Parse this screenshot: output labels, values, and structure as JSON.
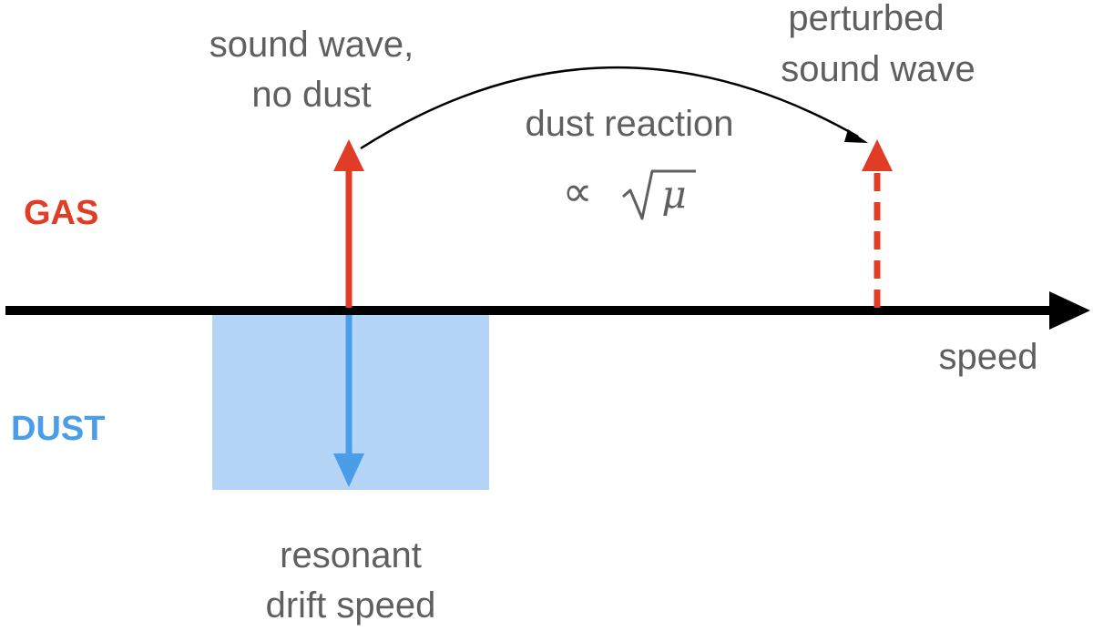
{
  "colors": {
    "gas": "#e03c26",
    "dust": "#4a9de8",
    "dust_band": "#b4d5f8",
    "axis": "#000000",
    "label_text": "#5f5f5f"
  },
  "labels": {
    "gas": "GAS",
    "dust": "DUST",
    "speed": "speed",
    "sound_wave": [
      "sound wave,",
      "no dust"
    ],
    "perturbed": [
      "perturbed",
      "sound wave"
    ],
    "reaction": "dust reaction",
    "reaction_scaling": {
      "symbol": "∝",
      "radicand": "μ"
    },
    "resonant": [
      "resonant",
      "drift speed"
    ]
  }
}
